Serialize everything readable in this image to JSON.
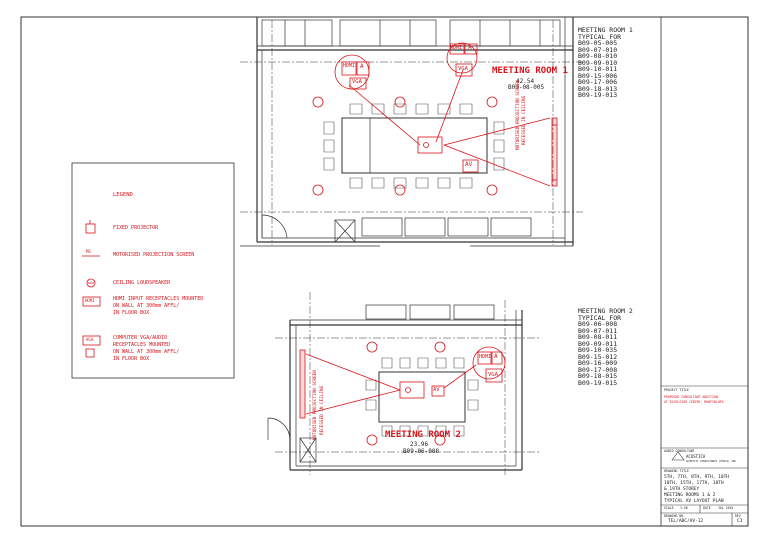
{
  "colors": {
    "red": "#d8141b",
    "ink": "#222222"
  },
  "legend": {
    "title": "LEGEND",
    "items": [
      {
        "icon": "projector-icon",
        "label": "FIXED PROJECTOR"
      },
      {
        "icon": "screen-icon",
        "symbol": "MS",
        "label": "MOTORISED PROJECTION SCREEN"
      },
      {
        "icon": "speaker-icon",
        "label": "CEILING LOUDSPEAKER"
      },
      {
        "icon": "hdmi-icon",
        "symbol": "HDMI",
        "label": "HDMI INPUT RECEPTACLES MOUNTED",
        "label2": "ON WALL AT 300mm AFFL/",
        "label3": "IN FLOOR BOX"
      },
      {
        "icon": "vga-icon",
        "symbol": "VGA",
        "label": "COMPUTER VGA/AUDIO",
        "label2": "RECEPTACLES MOUNTED",
        "label3": "ON WALL AT 300mm AFFL/",
        "label4": "IN FLOOR BOX"
      }
    ]
  },
  "room1": {
    "title": "MEETING ROOM 1",
    "area": "42.54",
    "code": "B09-08-005",
    "hdmi": "HDMI",
    "a": "A",
    "vga": "VGA",
    "av": "AV",
    "screen_note_1": "MOTORISED PROJECTION SCREEN",
    "screen_note_2": "RECESSED IN CEILING",
    "typical": {
      "line1": "MEETING ROOM 1",
      "line2": "TYPICAL FOR",
      "floors": [
        "B09-05-005",
        "B09-07-010",
        "B09-08-010",
        "B09-09-010",
        "B09-10-011",
        "B09-15-006",
        "B09-17-006",
        "B09-18-013",
        "B09-19-013"
      ]
    }
  },
  "room2": {
    "title": "MEETING ROOM 2",
    "area": "23.96",
    "code": "B09-06-008",
    "hdmi": "HDMI",
    "a": "A",
    "vga": "VGA",
    "av": "AV",
    "screen_note_1": "MOTORISED PROJECTION SCREEN",
    "screen_note_2": "RECESSED IN CEILING",
    "typical": {
      "line1": "MEETING ROOM 2",
      "line2": "TYPICAL FOR",
      "floors": [
        "B09-06-008",
        "B09-07-011",
        "B09-08-011",
        "B09-09-011",
        "B09-10-035",
        "B09-15-012",
        "B09-16-009",
        "B09-17-008",
        "B09-18-015",
        "B09-19-015"
      ]
    }
  },
  "title_block": {
    "project_label": "PROJECT TITLE",
    "project_line1": "PROPOSED CONSULTANT ADDITION",
    "project_line2": "AT EXCELSIOR CENTRE, MUNTINLUPA",
    "consultant_label": "AUDIO CONSULTANT",
    "logo_text": "ACUSTICA",
    "logo_sub": "ACOUSTIC CONSULTANTS (PHILS) INC",
    "drawing_label": "DRAWING TITLE",
    "drawing_lines": [
      "5TH, 7TH, 8TH, 9TH, 10TH",
      "10TH, 15TH, 17TH, 18TH",
      "& 19TH STOREY",
      "MEETING ROOMS 1 & 2",
      "TYPICAL AV LAYOUT PLAN"
    ],
    "scale_label": "SCALE",
    "scale": "1:50",
    "date_label": "DATE",
    "date": "JUL 2015",
    "dwg_label": "DRAWING NO.",
    "dwg_no": "TEL/ABC/AV-12",
    "rev_label": "REV",
    "rev": "C1"
  }
}
